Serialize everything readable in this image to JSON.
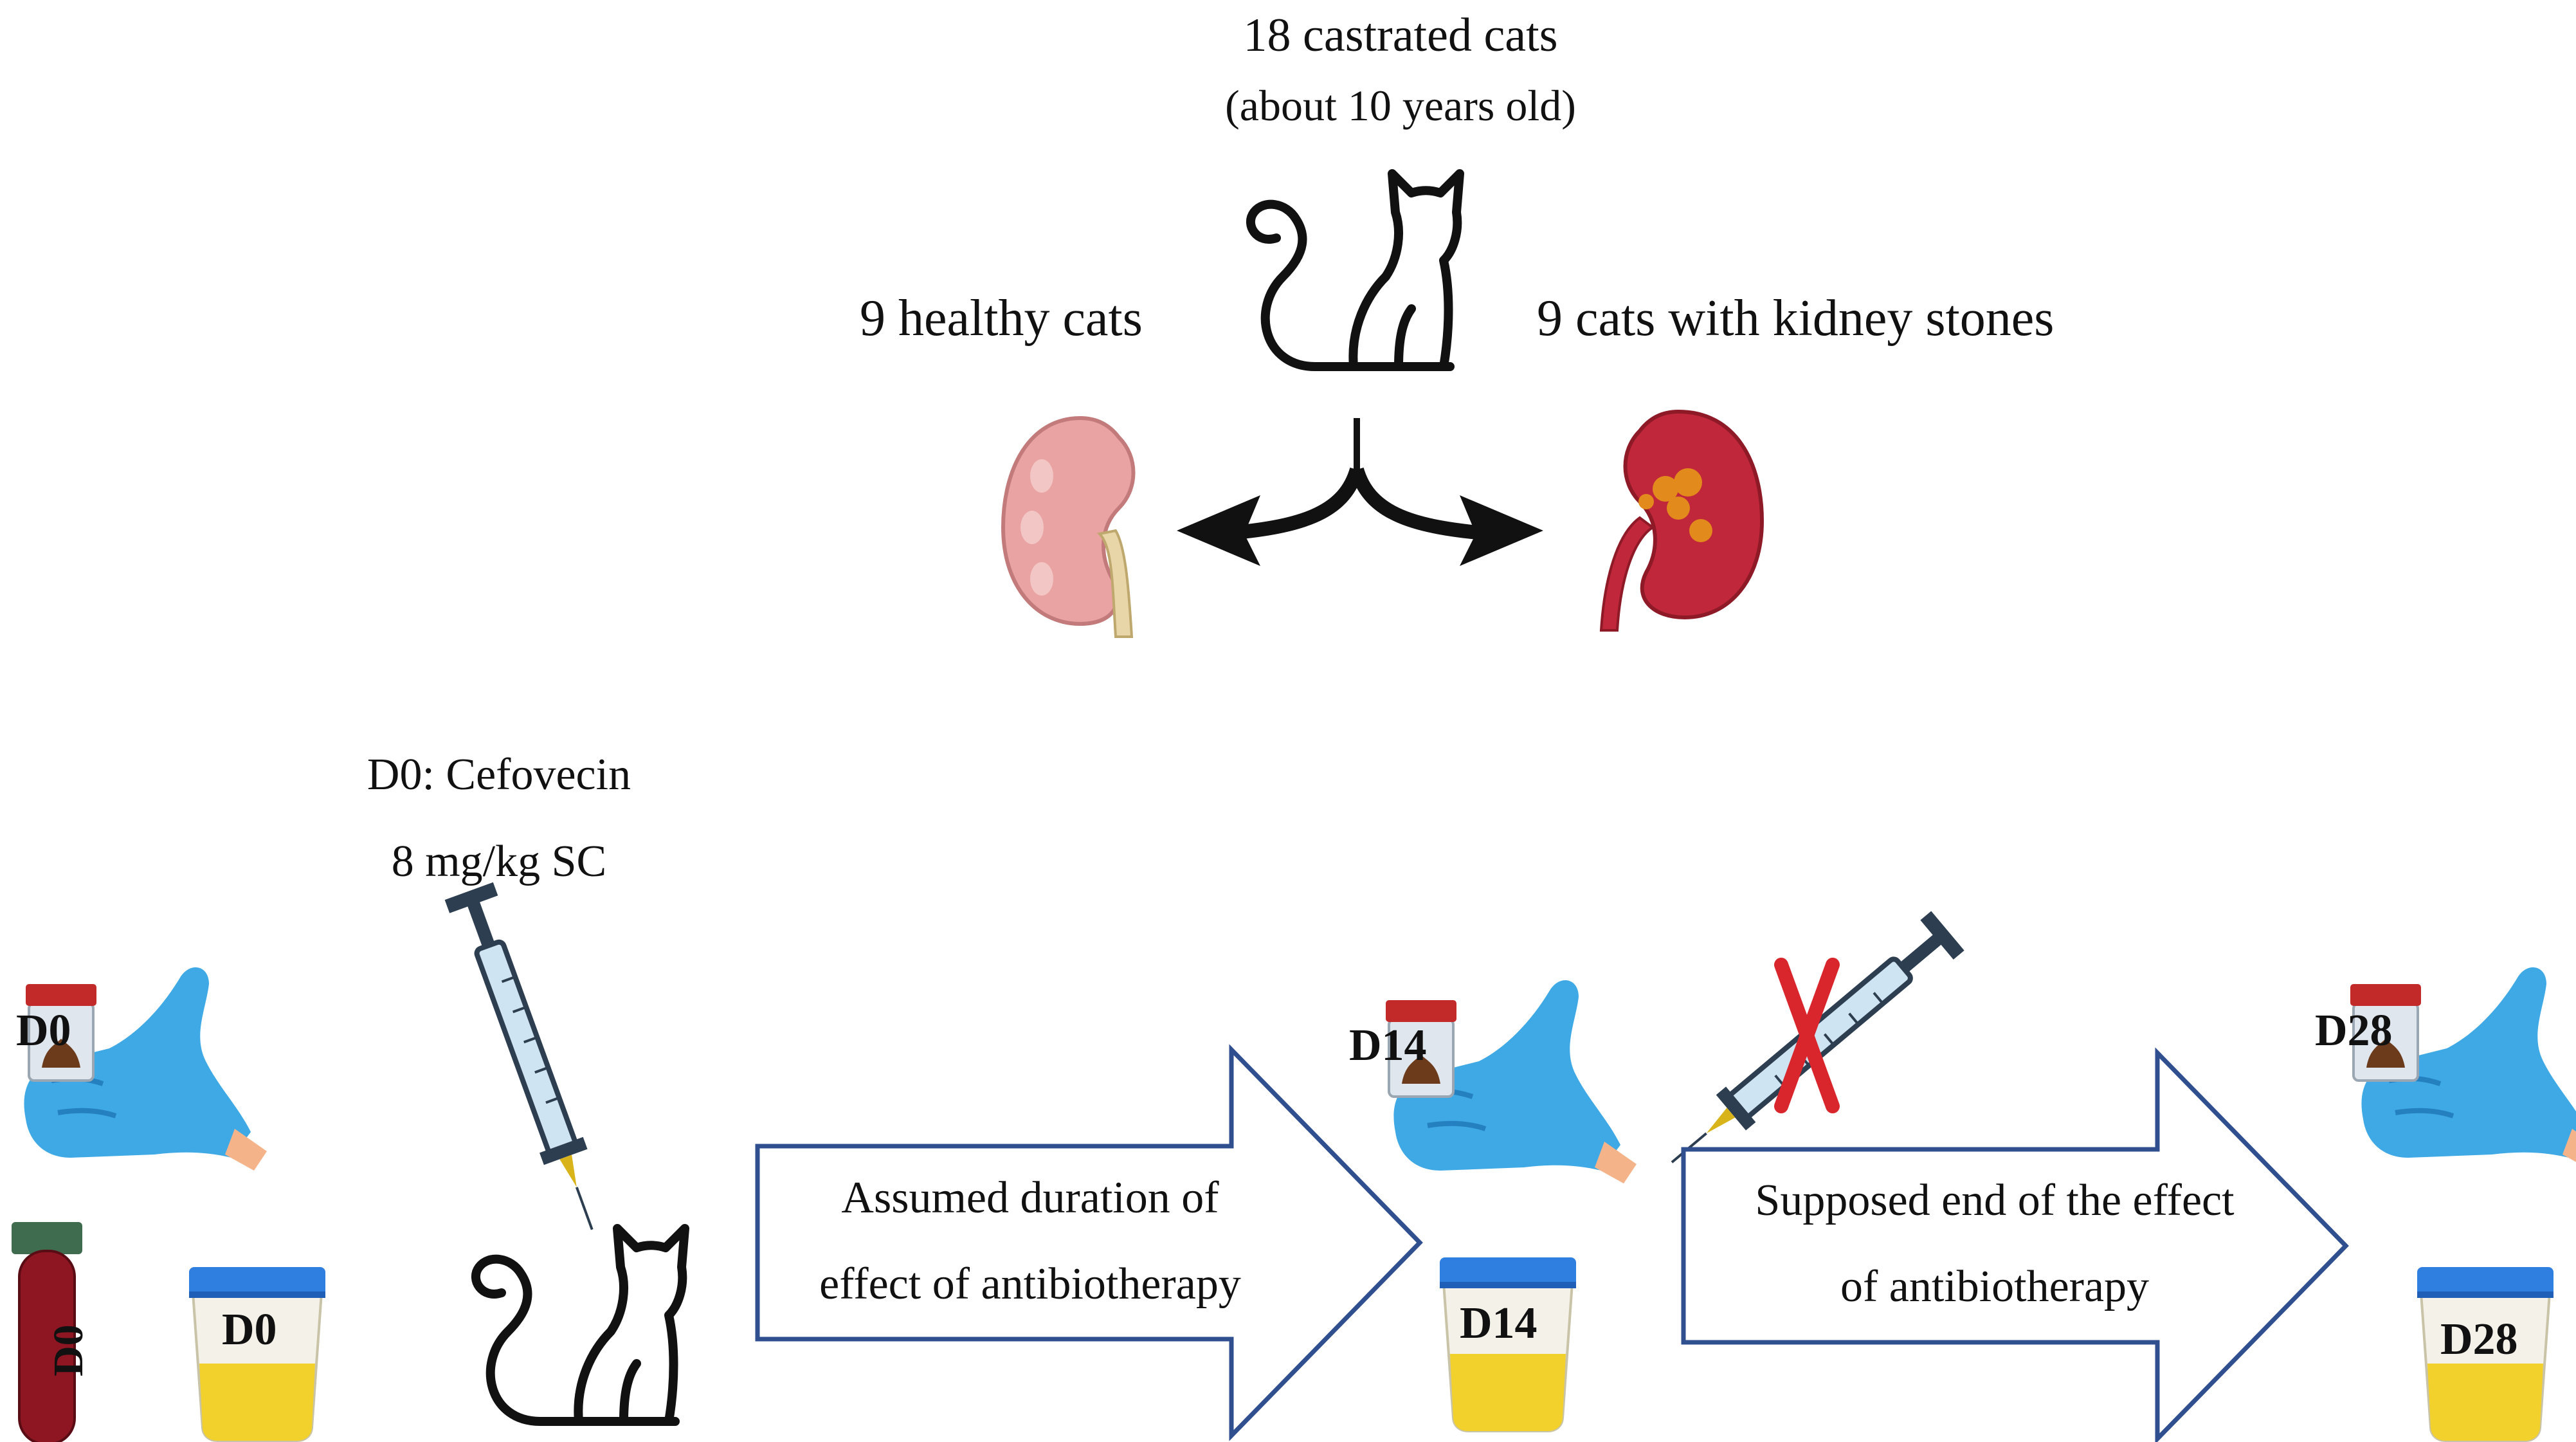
{
  "header": {
    "title": "18 castrated cats",
    "subtitle": "(about 10 years old)"
  },
  "groups": {
    "healthy": "9 healthy cats",
    "stones": "9 cats with kidney stones"
  },
  "treatment": {
    "line1": "D0: Cefovecin",
    "line2": "8 mg/kg SC"
  },
  "phases": {
    "first": {
      "line1": "Assumed duration of",
      "line2": "effect of antibiotherapy"
    },
    "second": {
      "line1": "Supposed end of the effect",
      "line2": "of antibiotherapy"
    }
  },
  "samples": {
    "d0_feces": "D0",
    "d0_blood": "D0",
    "d0_urine": "D0",
    "d14_feces": "D14",
    "d14_urine": "D14",
    "d28_feces": "D28",
    "d28_urine": "D28"
  },
  "colors": {
    "arrow_outline": "#2f4f8f",
    "glove": "#3fa9e6",
    "urine": "#f2d12c",
    "cap": "#2f7fe0",
    "healthy_kidney": "#e9a3a3",
    "diseased_kidney": "#c0273a",
    "stone": "#e38a1c",
    "cross": "#d8262c"
  },
  "icons": [
    "cat-icon",
    "kidney-icon",
    "split-arrow-icon",
    "gloved-hand-icon",
    "stool-jar-icon",
    "blood-tube-icon",
    "urine-cup-icon",
    "syringe-icon",
    "crossed-syringe-icon",
    "block-arrow-icon"
  ]
}
